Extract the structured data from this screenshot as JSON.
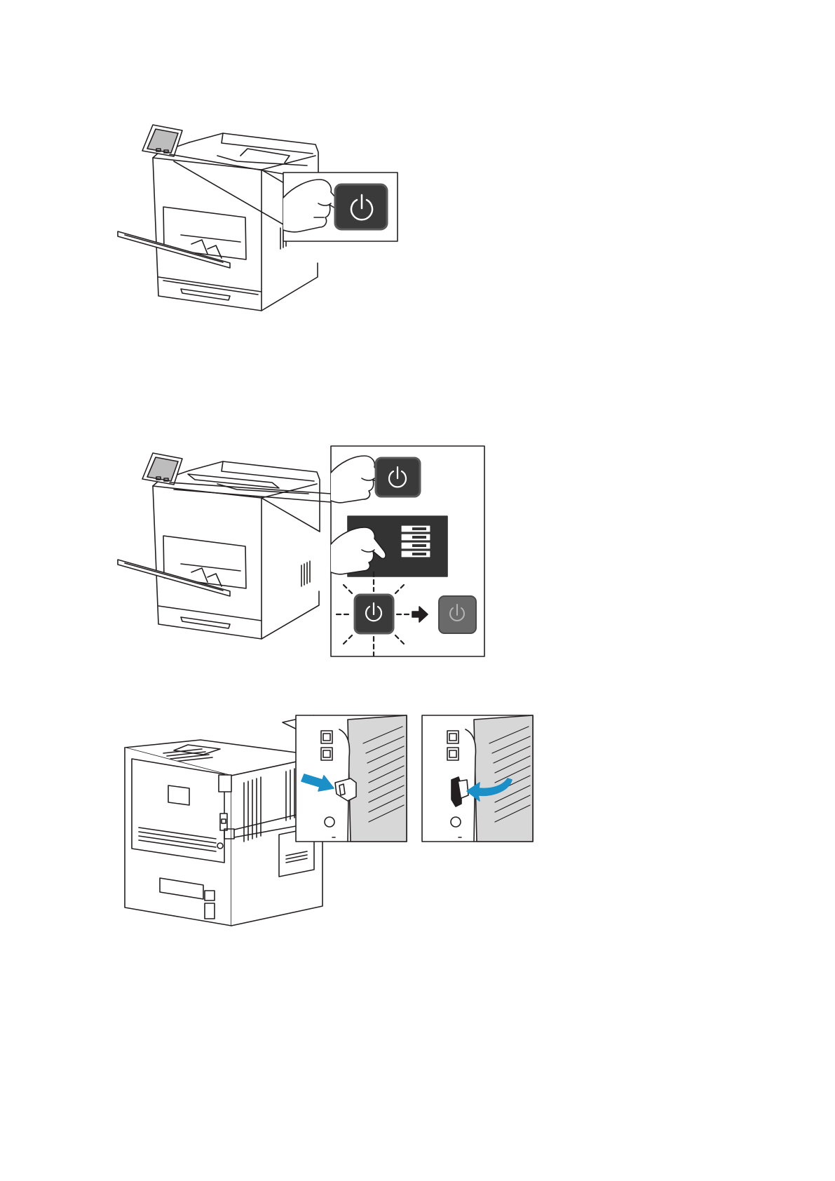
{
  "page": {
    "background": "#ffffff"
  },
  "colors": {
    "line": "#231f20",
    "button_dark": "#3a3a3a",
    "button_mid": "#5a5a5a",
    "panel_dark": "#333333",
    "panel_gray": "#d7d7d7",
    "arrow_blue": "#1b8fc7"
  },
  "figures": [
    {
      "id": "figure-press-power-button",
      "icons": [
        "printer-front-icon",
        "hand-icon",
        "power-button-icon"
      ]
    },
    {
      "id": "figure-power-off-menu",
      "icons": [
        "printer-front-icon",
        "hand-icon",
        "power-button-icon",
        "touchscreen-menu-icon",
        "blinking-power-icon",
        "arrow-right-icon"
      ]
    },
    {
      "id": "figure-rear-power-switch",
      "icons": [
        "printer-rear-icon",
        "power-switch-icon",
        "push-arrow-icon",
        "curved-arrow-icon"
      ]
    }
  ]
}
